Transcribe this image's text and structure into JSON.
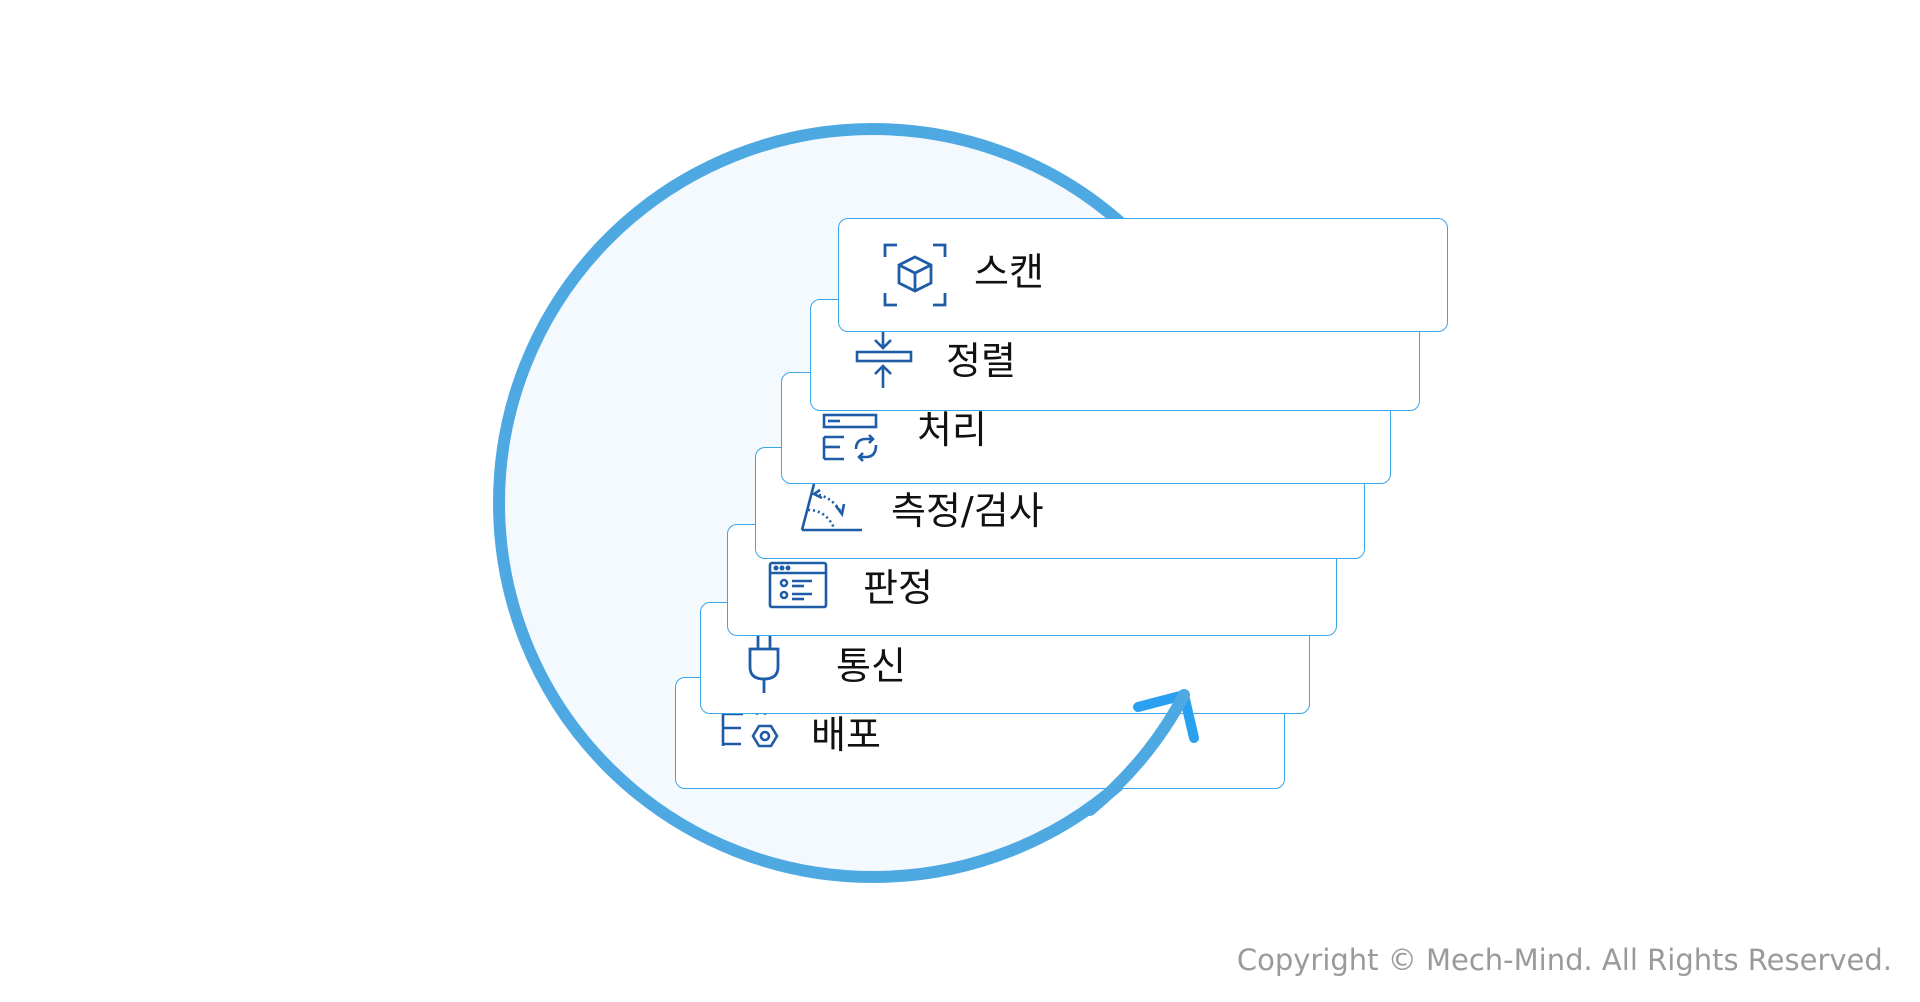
{
  "steps": [
    {
      "label": "스캔",
      "icon": "scan-cube-icon"
    },
    {
      "label": "정렬",
      "icon": "align-icon"
    },
    {
      "label": "처리",
      "icon": "process-icon"
    },
    {
      "label": "측정/검사",
      "icon": "measure-icon"
    },
    {
      "label": "판정",
      "icon": "judge-icon"
    },
    {
      "label": "통신",
      "icon": "plug-icon"
    },
    {
      "label": "배포",
      "icon": "deploy-icon"
    }
  ],
  "copyright": "Copyright © Mech-Mind. All Rights Reserved.",
  "colors": {
    "ring": "#4ea9e3",
    "ring_fill": "#f4f9fd",
    "card_border": "#3ba5ea",
    "icon": "#1f5ca8",
    "arrow": "#2aa0f0",
    "label": "#111111",
    "copyright": "#9a9a9a"
  }
}
